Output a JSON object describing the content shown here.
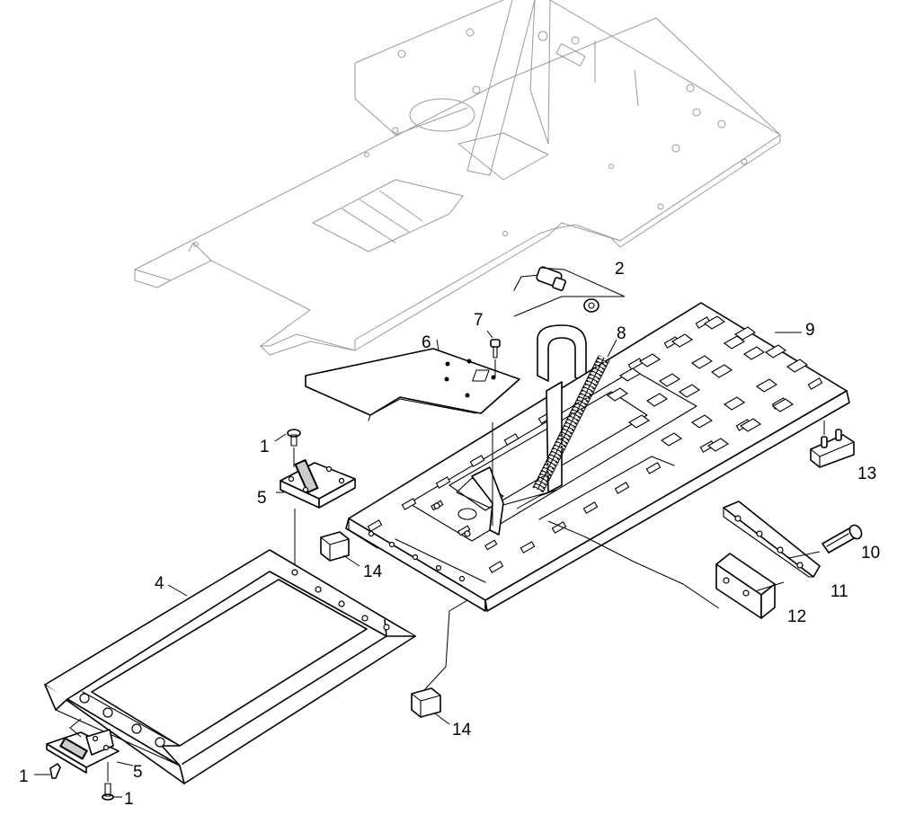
{
  "callouts": {
    "c1a": "1",
    "c1b": "1",
    "c1c": "1",
    "c2": "2",
    "c4": "4",
    "c5a": "5",
    "c5b": "5",
    "c6": "6",
    "c7": "7",
    "c8": "8",
    "c9": "9",
    "c10": "10",
    "c11": "11",
    "c12": "12",
    "c13": "13",
    "c14a": "14",
    "c14b": "14"
  }
}
